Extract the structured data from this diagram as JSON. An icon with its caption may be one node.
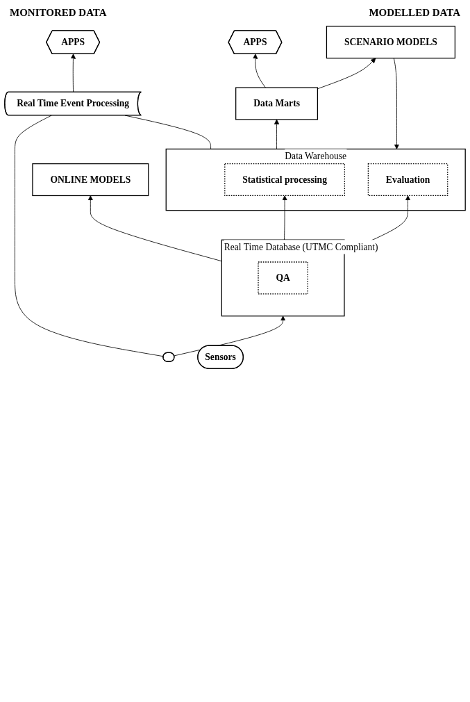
{
  "diagram": {
    "nodes": [
      {
        "text": [
          "APPS"
        ]
      },
      {
        "text": [
          "APPS"
        ]
      },
      {
        "text": [
          "Real Time Event Processing"
        ]
      },
      {
        "text": [
          "Data Marts"
        ]
      },
      {
        "text": [
          "Data Warehouse"
        ]
      },
      {
        "text": [
          "Statistical processing"
        ],
        "in": 4
      },
      {
        "text": [
          "Evaluation"
        ],
        "in": 4
      },
      {
        "text": [
          "SCENARIO MODELS"
        ]
      },
      {
        "text": [
          "Real Time Database (UTMC Compliant)"
        ]
      },
      {
        "text": [
          "QA"
        ],
        "in": 8
      },
      {
        "text": [
          "ONLINE MODELS"
        ]
      },
      {
        "text": [],
        "shape": "ellipse"
      },
      {
        "text": [
          "Sensors"
        ]
      }
    ],
    "edges": [
      {
        "from": 2,
        "to": 0,
        "arrow": "to"
      },
      {
        "from": 3,
        "to": 1,
        "arrow": "to"
      },
      {
        "from": 4,
        "to": 2,
        "arrow": "none"
      },
      {
        "from": 4,
        "to": 3,
        "arrow": "to"
      },
      {
        "from": 3,
        "to": 7,
        "arrow": "to"
      },
      {
        "from": 7,
        "to": 4,
        "arrow": "to"
      },
      {
        "from": 8,
        "to": 6,
        "arrow": "to"
      },
      {
        "from": 8,
        "to": 5,
        "arrow": "to"
      },
      {
        "from": 8,
        "to": 10,
        "arrow": "to"
      },
      {
        "from": 11,
        "to": 8,
        "arrow": "to"
      },
      {
        "from": 11,
        "to": 2,
        "arrow": "none"
      }
    ],
    "labels": [
      "MONITORED DATA",
      "MODELLED DATA"
    ]
  }
}
